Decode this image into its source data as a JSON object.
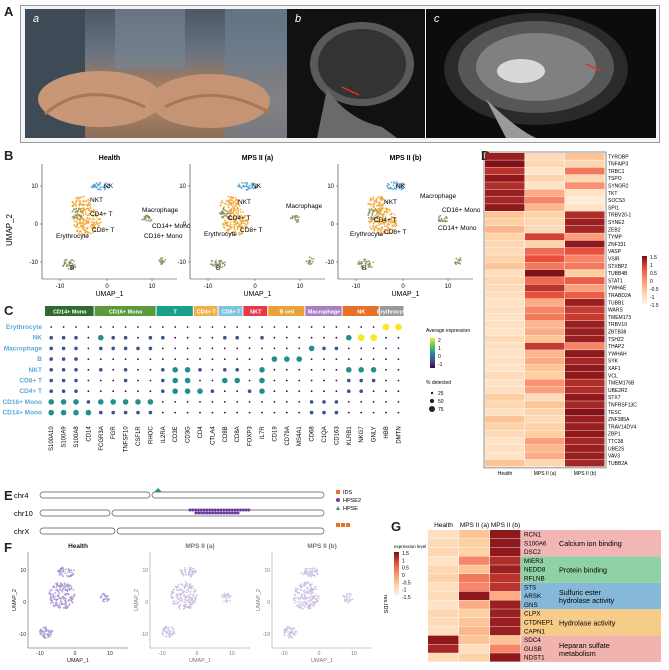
{
  "panels": {
    "A": "A",
    "B": "B",
    "C": "C",
    "D": "D",
    "E": "E",
    "F": "F",
    "G": "G"
  },
  "photos": {
    "a": "a",
    "b": "b",
    "c": "c"
  },
  "umap": {
    "titles": [
      "Health",
      "MPS II (a)",
      "MPS II (b)"
    ],
    "xlabel": "UMAP_1",
    "ylabel": "UMAP_2",
    "xticks": [
      "-10",
      "0",
      "10"
    ],
    "yticks": [
      "10",
      "0",
      "-10"
    ],
    "labels": {
      "health": [
        "NK",
        "NKT",
        "CD4+ T",
        "CD8+ T",
        "Macrophage",
        "CD14+ Mono",
        "CD16+ Mono",
        "Erythrocyte",
        "B"
      ],
      "mps_a": [
        "NK",
        "NKT",
        "CD4+ T",
        "CD8+ T",
        "Macrophage",
        "Erythrocyte",
        "B"
      ],
      "mps_b": [
        "NK",
        "NKT",
        "CD4+ T",
        "CD8+ T",
        "Macrophage",
        "CD16+ Mono",
        "CD14+ Mono",
        "Erythrocyte",
        "B"
      ]
    }
  },
  "chart_data": [
    {
      "type": "heatmap",
      "panel": "C",
      "title": "",
      "column_groups": [
        {
          "name": "CD14+ Mono",
          "color": "#2e6b2e",
          "genes": [
            "S100A10",
            "S100A9",
            "S100A8",
            "CD14"
          ]
        },
        {
          "name": "CD16+ Mono",
          "color": "#5a9a3c",
          "genes": [
            "FCGR3A",
            "FGR",
            "TNFSF10",
            "CSF1R",
            "RHOC"
          ]
        },
        {
          "name": "T",
          "color": "#18a08a",
          "genes": [
            "IL2RA",
            "CD3E",
            "CD3G"
          ]
        },
        {
          "name": "CD4+ T",
          "color": "#f2b24a",
          "genes": [
            "CD4",
            "CTLA4"
          ]
        },
        {
          "name": "CD8+ T",
          "color": "#7ec3e0",
          "genes": [
            "CD8B",
            "CD8A"
          ]
        },
        {
          "name": "NKT",
          "color": "#e43b4b",
          "genes": [
            "FOXP3",
            "IL7R"
          ]
        },
        {
          "name": "B cell",
          "color": "#e8a23a",
          "genes": [
            "CD19",
            "CD79A",
            "MS4A1"
          ]
        },
        {
          "name": "Macrophage",
          "color": "#a87fc4",
          "genes": [
            "CD68",
            "C1QA",
            "CD163"
          ]
        },
        {
          "name": "NK",
          "color": "#e6722a",
          "genes": [
            "KLRB1",
            "NKG7",
            "GNLY"
          ]
        },
        {
          "name": "Erythrocyte",
          "color": "#999999",
          "genes": [
            "HBB",
            "DMTN"
          ]
        }
      ],
      "rows": [
        "Erythrocyte",
        "NK",
        "Macrophage",
        "B",
        "NKT",
        "CD8+ T",
        "CD4+ T",
        "CD16+ Mono",
        "CD14+ Mono"
      ],
      "legend_color_title": "Average expression",
      "color_ticks": [
        "2",
        "1",
        "0",
        "-1"
      ],
      "legend_size_title": "% detected",
      "size_ticks": [
        "25",
        "50",
        "75"
      ],
      "dots": [
        [
          0,
          0,
          0,
          0,
          0,
          0,
          0,
          0,
          0,
          0,
          0,
          0,
          0,
          0,
          0,
          0,
          0,
          0,
          0,
          0,
          0,
          0,
          0,
          0,
          0,
          0,
          0,
          3,
          3
        ],
        [
          1,
          1,
          1,
          0,
          2,
          1,
          1,
          0,
          1,
          1,
          0,
          0,
          0,
          0,
          1,
          1,
          0,
          1,
          0,
          0,
          0,
          0,
          0,
          0,
          2,
          3,
          3,
          0,
          0
        ],
        [
          1,
          1,
          1,
          0,
          1,
          1,
          1,
          1,
          1,
          0,
          0,
          0,
          0,
          0,
          0,
          0,
          0,
          0,
          0,
          0,
          0,
          2,
          1,
          1,
          0,
          0,
          0,
          0,
          0
        ],
        [
          1,
          1,
          1,
          0,
          0,
          0,
          0,
          0,
          0,
          0,
          0,
          0,
          0,
          0,
          0,
          0,
          0,
          0,
          2,
          2,
          2,
          0,
          0,
          0,
          0,
          0,
          0,
          0,
          0
        ],
        [
          1,
          1,
          1,
          0,
          1,
          0,
          1,
          0,
          0,
          1,
          2,
          2,
          1,
          0,
          1,
          1,
          0,
          2,
          0,
          0,
          0,
          0,
          0,
          0,
          2,
          2,
          2,
          0,
          0
        ],
        [
          1,
          1,
          1,
          0,
          0,
          0,
          1,
          0,
          0,
          1,
          2,
          2,
          0,
          0,
          2,
          2,
          0,
          2,
          0,
          0,
          0,
          0,
          0,
          0,
          1,
          1,
          1,
          0,
          0
        ],
        [
          1,
          1,
          1,
          0,
          0,
          0,
          0,
          0,
          0,
          1,
          2,
          2,
          2,
          1,
          0,
          0,
          1,
          2,
          0,
          0,
          0,
          0,
          0,
          0,
          1,
          1,
          0,
          0,
          0
        ],
        [
          2,
          2,
          2,
          1,
          2,
          2,
          2,
          2,
          2,
          0,
          0,
          0,
          0,
          0,
          0,
          0,
          0,
          0,
          0,
          0,
          0,
          1,
          1,
          1,
          0,
          0,
          0,
          0,
          0
        ],
        [
          2,
          2,
          2,
          2,
          1,
          1,
          1,
          1,
          1,
          0,
          0,
          0,
          0,
          0,
          0,
          0,
          0,
          0,
          0,
          0,
          0,
          1,
          1,
          1,
          0,
          0,
          0,
          0,
          0
        ]
      ]
    },
    {
      "type": "heatmap",
      "panel": "D",
      "columns": [
        "Health",
        "MPS II (a)",
        "MPS II (b)"
      ],
      "rows": [
        "TYROBP",
        "TNFAIP3",
        "TRBC1",
        "TSPO",
        "SYNGR2",
        "TKT",
        "SOCS3",
        "SPI1",
        "TRBV20-1",
        "SYNE2",
        "ZEB2",
        "TYMP",
        "ZNF331",
        "VASP",
        "VSIR",
        "STXBP2",
        "TUBB4B",
        "STAT1",
        "YWHAE",
        "TRABD2A",
        "TUBB1",
        "WARS",
        "TMEM173",
        "TRBV19",
        "ZBTB38",
        "TSHZ2",
        "THAP2",
        "YWHAH",
        "SYK",
        "XAF1",
        "VCL",
        "TMEM176B",
        "UBE2R2",
        "STX7",
        "TNFRSF13C",
        "TESC",
        "ZNF385A",
        "TRAV14DV4",
        "ZBP1",
        "TTC38",
        "UBE2S",
        "VAV3",
        "TUBB2A"
      ],
      "color_ticks": [
        "1.5",
        "1",
        "0.5",
        "0",
        "-0.5",
        "-1",
        "-1.5"
      ],
      "values": [
        [
          1.2,
          -0.8,
          -0.4
        ],
        [
          1.4,
          -0.7,
          -0.7
        ],
        [
          0.9,
          -1.1,
          0.2
        ],
        [
          1.3,
          -0.6,
          -0.7
        ],
        [
          1.0,
          -1.0,
          0.0
        ],
        [
          1.2,
          -0.2,
          -1.0
        ],
        [
          1.1,
          0.1,
          -1.2
        ],
        [
          1.3,
          -0.3,
          -1.0
        ],
        [
          -0.4,
          -0.6,
          1.0
        ],
        [
          -0.5,
          -0.7,
          1.2
        ],
        [
          -0.3,
          -0.8,
          1.1
        ],
        [
          -0.6,
          0.7,
          -0.1
        ],
        [
          -0.7,
          -0.6,
          1.3
        ],
        [
          -0.8,
          0.3,
          0.5
        ],
        [
          -0.6,
          0.5,
          0.1
        ],
        [
          -0.4,
          0.2,
          0.2
        ],
        [
          -0.9,
          1.4,
          -0.5
        ],
        [
          -0.7,
          0.3,
          0.4
        ],
        [
          -0.8,
          0.9,
          -0.1
        ],
        [
          -0.9,
          0.5,
          0.4
        ],
        [
          -1.0,
          -0.2,
          1.2
        ],
        [
          -0.9,
          0.1,
          0.8
        ],
        [
          -1.0,
          0.2,
          0.8
        ],
        [
          -0.9,
          -0.3,
          1.2
        ],
        [
          -1.0,
          -0.2,
          1.2
        ],
        [
          -0.8,
          -0.4,
          1.2
        ],
        [
          -0.9,
          0.8,
          0.1
        ],
        [
          -1.0,
          -0.3,
          1.3
        ],
        [
          -0.9,
          -0.2,
          1.1
        ],
        [
          -1.0,
          -0.4,
          1.3
        ],
        [
          -0.8,
          -0.5,
          1.3
        ],
        [
          -1.0,
          0.0,
          1.0
        ],
        [
          -0.9,
          -0.1,
          1.0
        ],
        [
          -0.5,
          -0.8,
          1.3
        ],
        [
          -0.7,
          -0.4,
          1.1
        ],
        [
          -0.9,
          -0.6,
          1.4
        ],
        [
          -0.4,
          -0.8,
          1.2
        ],
        [
          -0.6,
          -0.6,
          1.2
        ],
        [
          -0.8,
          -0.5,
          1.3
        ],
        [
          -1.0,
          -0.1,
          1.1
        ],
        [
          -0.9,
          -0.3,
          1.2
        ],
        [
          -1.0,
          -0.2,
          1.2
        ],
        [
          -0.4,
          -0.7,
          1.1
        ]
      ]
    },
    {
      "type": "heatmap",
      "panel": "G",
      "columns": [
        "Health",
        "MPS II (a)",
        "MPS II (b)"
      ],
      "legend_title": "expression level",
      "color_ticks": [
        "1.5",
        "1",
        "0.5",
        "0",
        "-0.5",
        "-1",
        "-1.5"
      ],
      "groups": [
        {
          "label": "Calcium ion binding",
          "color": "#f2b6b6",
          "genes": [
            "RCN1",
            "S100A6",
            "DSC2"
          ]
        },
        {
          "label": "Protein binding",
          "color": "#8fd3a5",
          "genes": [
            "MIER3",
            "NEDD8",
            "RFLNB"
          ]
        },
        {
          "label": "Sulfuric ester hydrolase activity",
          "color": "#86b9d9",
          "genes": [
            "STS",
            "ARSK",
            "GNS"
          ]
        },
        {
          "label": "Hydrolase activity",
          "color": "#f6cc88",
          "genes": [
            "CLPX",
            "CTDNEP1",
            "CAPN1"
          ]
        },
        {
          "label": "Heparan sulfate metabolism",
          "color": "#f0b3ad",
          "genes": [
            "SDC4",
            "GUSB",
            "NDST1"
          ]
        }
      ],
      "values": [
        [
          -0.9,
          -0.4,
          1.3
        ],
        [
          -0.8,
          -0.5,
          1.3
        ],
        [
          -0.7,
          -0.6,
          1.3
        ],
        [
          -1.0,
          0.1,
          1.0
        ],
        [
          -0.7,
          -0.4,
          1.2
        ],
        [
          -0.6,
          0.2,
          0.9
        ],
        [
          -0.9,
          0.1,
          0.9
        ],
        [
          -0.8,
          1.3,
          -0.2
        ],
        [
          -1.0,
          -0.2,
          1.2
        ],
        [
          -0.7,
          -0.5,
          1.2
        ],
        [
          -0.8,
          -0.4,
          1.2
        ],
        [
          -0.9,
          -0.3,
          1.2
        ],
        [
          1.3,
          -0.4,
          -0.4
        ],
        [
          1.1,
          -0.9,
          0.1
        ],
        [
          -0.8,
          -0.6,
          1.3
        ]
      ]
    }
  ],
  "karyo": {
    "chromosomes": [
      "chr4",
      "chr10",
      "chrX"
    ],
    "legend": [
      {
        "name": "IDS",
        "color": "#e8702a",
        "shape": "square"
      },
      {
        "name": "HPSE2",
        "color": "#6a3aa0",
        "shape": "circle"
      },
      {
        "name": "HPSE",
        "color": "#2a9a5a",
        "shape": "triangle"
      }
    ]
  },
  "featplot": {
    "titles": [
      "Health",
      "MPS II (a)",
      "MPS II (b)"
    ],
    "xlabel": "UMAP_1",
    "ylabel": "UMAP_2",
    "xticks": [
      "-10",
      "0",
      "10"
    ],
    "yticks": [
      "10",
      "0",
      "-10"
    ],
    "side_label": "res.IDS"
  },
  "colors": {
    "umap_orange": "#f0a020",
    "umap_blue": "#4a9ad0",
    "umap_olive": "#7a8a50",
    "umap_purple": "#9a82c8"
  }
}
